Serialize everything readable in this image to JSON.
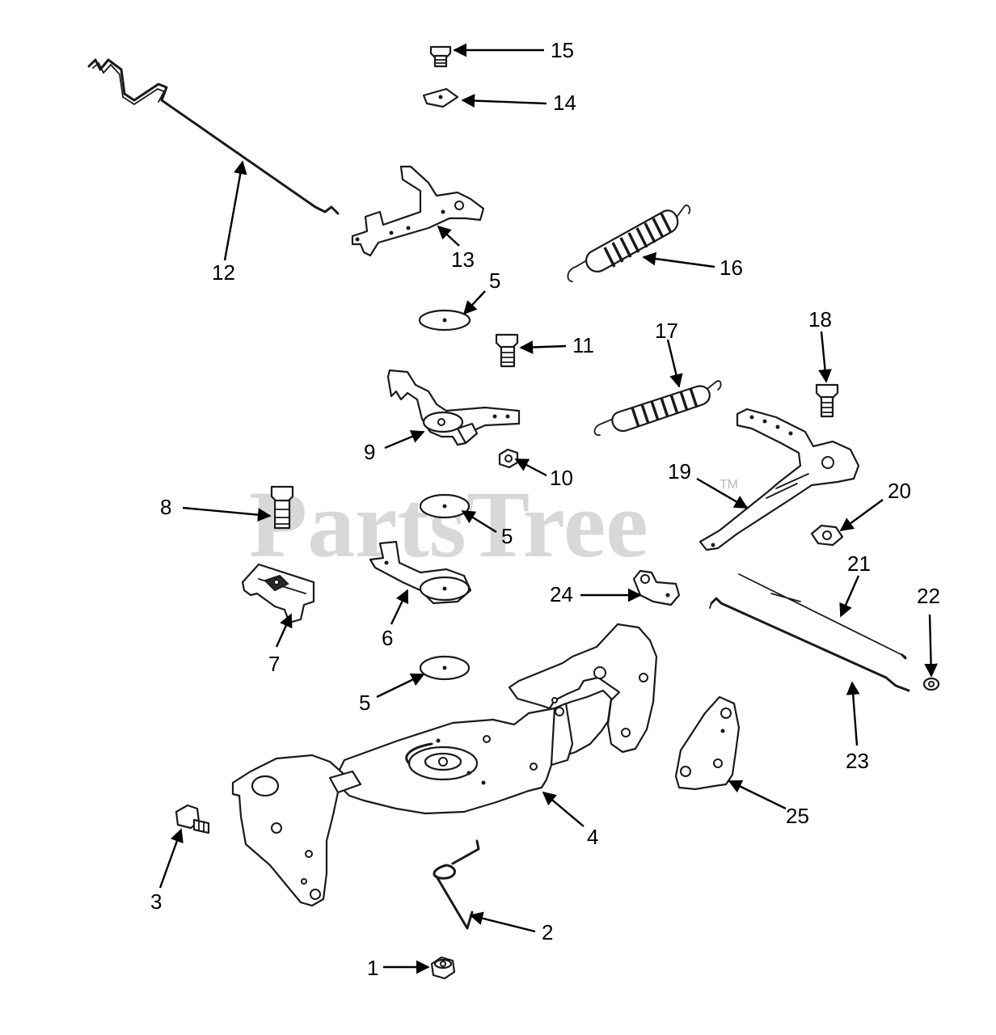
{
  "watermark": {
    "text": "PartsTree",
    "tm": "TM"
  },
  "callouts": [
    {
      "label": "15"
    },
    {
      "label": "14"
    },
    {
      "label": "12"
    },
    {
      "label": "13"
    },
    {
      "label": "16"
    },
    {
      "label": "5"
    },
    {
      "label": "11"
    },
    {
      "label": "17"
    },
    {
      "label": "18"
    },
    {
      "label": "9"
    },
    {
      "label": "10"
    },
    {
      "label": "19"
    },
    {
      "label": "8"
    },
    {
      "label": "5"
    },
    {
      "label": "20"
    },
    {
      "label": "21"
    },
    {
      "label": "24"
    },
    {
      "label": "22"
    },
    {
      "label": "6"
    },
    {
      "label": "7"
    },
    {
      "label": "5"
    },
    {
      "label": "23"
    },
    {
      "label": "4"
    },
    {
      "label": "25"
    },
    {
      "label": "3"
    },
    {
      "label": "2"
    },
    {
      "label": "1"
    }
  ]
}
